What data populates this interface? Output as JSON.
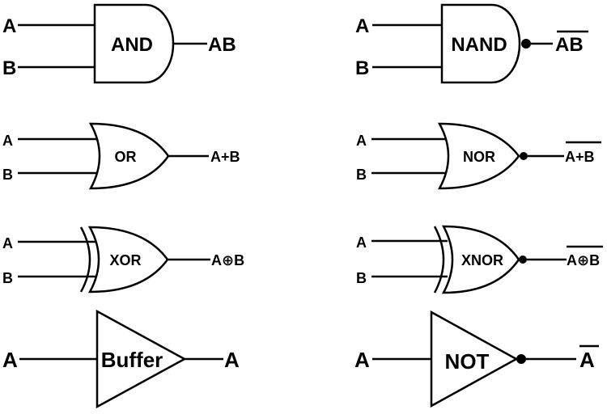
{
  "gates": {
    "and": {
      "name": "AND",
      "in_a": "A",
      "in_b": "B",
      "out": "AB"
    },
    "nand": {
      "name": "NAND",
      "in_a": "A",
      "in_b": "B",
      "out": "AB"
    },
    "or": {
      "name": "OR",
      "in_a": "A",
      "in_b": "B",
      "out": "A+B"
    },
    "nor": {
      "name": "NOR",
      "in_a": "A",
      "in_b": "B",
      "out": "A+B"
    },
    "xor": {
      "name": "XOR",
      "in_a": "A",
      "in_b": "B",
      "out": "A⊕B"
    },
    "xnor": {
      "name": "XNOR",
      "in_a": "A",
      "in_b": "B",
      "out": "A⊕B"
    },
    "buffer": {
      "name": "Buffer",
      "in_a": "A",
      "out": "A"
    },
    "not": {
      "name": "NOT",
      "in_a": "A",
      "out": "A"
    }
  }
}
